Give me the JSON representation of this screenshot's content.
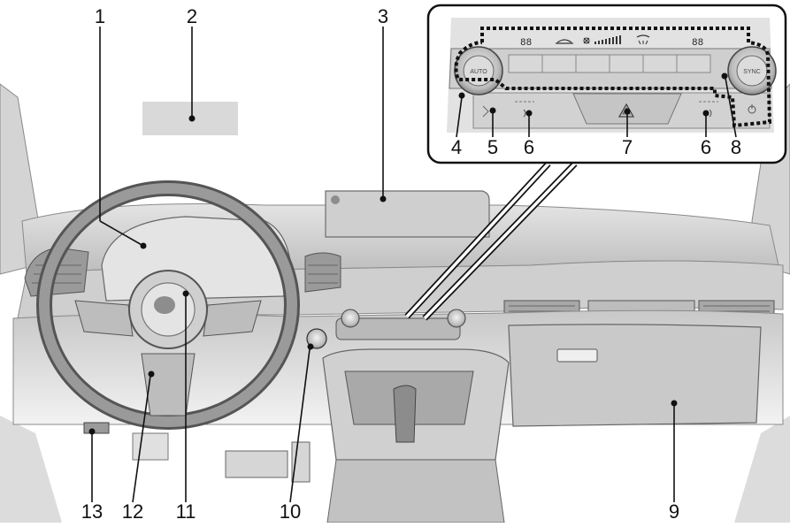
{
  "callouts": {
    "c1": "1",
    "c2": "2",
    "c3": "3",
    "c4": "4",
    "c5": "5",
    "c6a": "6",
    "c6b": "6",
    "c7": "7",
    "c8": "8",
    "c9": "9",
    "c10": "10",
    "c11": "11",
    "c12": "12",
    "c13": "13"
  },
  "climate_panel": {
    "left_temp": "88",
    "right_temp": "88",
    "auto_label": "AUTO",
    "sync_label": "SYNC"
  },
  "icons": [
    "fan-icon",
    "recirculation-icon",
    "defrost-icon",
    "hazard-icon",
    "seat-heater-icon",
    "power-icon",
    "dot-icon"
  ],
  "colors": {
    "line": "#111111",
    "gray_fill": "#d9d9d9",
    "panel_gray": "#bdbdbd",
    "dash_gray": "#cfcfcf"
  }
}
